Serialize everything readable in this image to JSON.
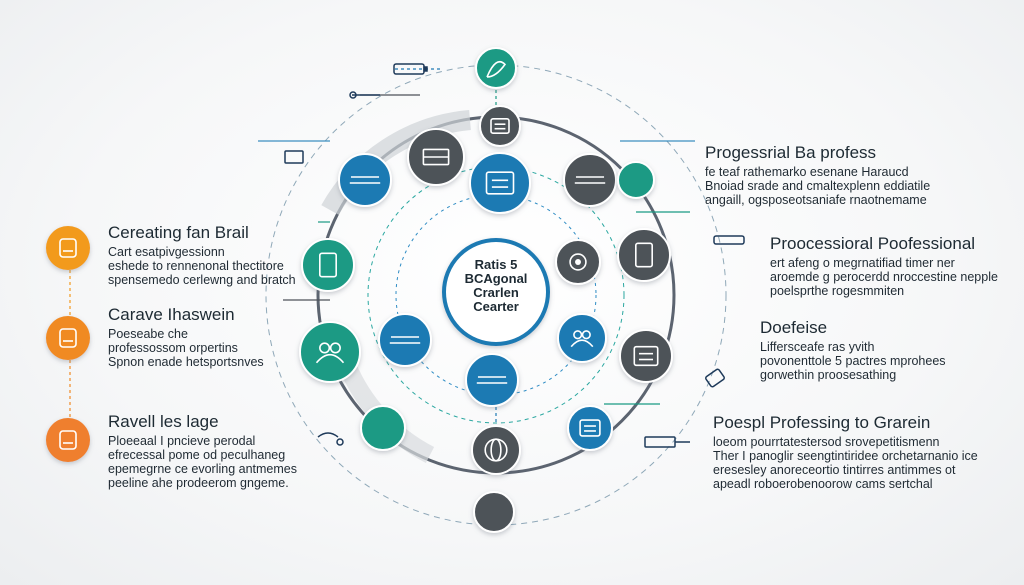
{
  "center": {
    "lines": [
      "Ratis 5",
      "BCAgonal",
      "Crarlen",
      "Cearter"
    ]
  },
  "left_blocks": [
    {
      "title": "Cereating fan Brail",
      "lines": [
        "Cart esatpivgessionn",
        "eshede to rennenonal thectitore",
        "spensemedo cerlewng and bratch"
      ]
    },
    {
      "title": "Carave Ihaswein",
      "lines": [
        "Poeseabe che",
        "professossom orpertins",
        "Spnon enade hetsportsnves"
      ]
    },
    {
      "title": "Ravell les lage",
      "lines": [
        "Ploeeaal I pncieve perodal",
        "efrecessal pome od peculhaneg",
        "epemegrne ce evorling antmemes",
        "peeline ahe prodeerom gngeme."
      ]
    }
  ],
  "right_blocks": [
    {
      "title": "Progessrial Ba profess",
      "lines": [
        "fe teaf rathemarko esenane Haraucd",
        "Bnoiad srade and cmaltexplenn eddiatile",
        "angaill, ogsposeotsaniafe rnaotnemame"
      ]
    },
    {
      "title": "Proocessioral Poofessional",
      "lines": [
        "ert afeng o megrnatifiad timer ner",
        "aroemde g perocerdd nroccestine nepple",
        "poelsprthe rogesmmiten"
      ]
    },
    {
      "title": "Doefeise",
      "lines": [
        "Liffersceafe ras yvith",
        "povonenttole 5 pactres mprohees",
        "gorwethin proosesathing"
      ]
    },
    {
      "title": "Poespl Professing to Grarein",
      "lines": [
        "loeom pourrtatestersod srovepetitismenn",
        "Ther I panoglir seengtintiridee orchetarnanio ice",
        "eresesley anoreceortio tintirres antimmes ot",
        "apeadl roboerobenoorow cams sertchal"
      ]
    }
  ],
  "nodes": [
    {
      "name": "top-leaf-node",
      "icon": "leaf-icon",
      "color": "#1a9a84"
    },
    {
      "name": "monitor-node",
      "icon": "monitor-icon",
      "color": "#4d5259"
    },
    {
      "name": "top-left-label-node",
      "icon": "text-label-icon",
      "color": "#1e7ab3"
    },
    {
      "name": "book-node",
      "icon": "book-icon",
      "color": "#4d5259"
    },
    {
      "name": "document-center-node",
      "icon": "document-icon",
      "color": "#1e7ab3"
    },
    {
      "name": "top-right-label-node",
      "icon": "text-label-icon",
      "color": "#4d5259"
    },
    {
      "name": "right-teal-dot-node",
      "icon": "dot-icon",
      "color": "#1a9a84"
    },
    {
      "name": "tablet-node",
      "icon": "tablet-icon",
      "color": "#4d5259"
    },
    {
      "name": "gear-node",
      "icon": "gear-icon",
      "color": "#4d5259"
    },
    {
      "name": "ruler-node",
      "icon": "ruler-icon",
      "color": "#1a9a84"
    },
    {
      "name": "people-node",
      "icon": "people-icon",
      "color": "#1a9a84"
    },
    {
      "name": "inner-label-node",
      "icon": "text-label-icon",
      "color": "#1e7ab3"
    },
    {
      "name": "hands-node",
      "icon": "hands-icon",
      "color": "#1e7ab3"
    },
    {
      "name": "badge-node",
      "icon": "badge-icon",
      "color": "#4d5259"
    },
    {
      "name": "bottom-label-node",
      "icon": "text-label-icon",
      "color": "#1e7ab3"
    },
    {
      "name": "bottom-left-teal-node",
      "icon": "dot-icon",
      "color": "#1a9a84"
    },
    {
      "name": "globe-node",
      "icon": "globe-icon",
      "color": "#4d5259"
    },
    {
      "name": "calendar-node",
      "icon": "calendar-icon",
      "color": "#1e7ab3"
    },
    {
      "name": "bottom-gray-node",
      "icon": "dot-icon",
      "color": "#4d5259"
    }
  ],
  "side_icons": [
    {
      "name": "orange-hand-icon",
      "icon": "hand-icon",
      "color": "#f29a1f"
    },
    {
      "name": "orange-stamp-icon",
      "icon": "stamp-icon",
      "color": "#f08a24"
    },
    {
      "name": "orange-monument-icon",
      "icon": "monument-icon",
      "color": "#ef7f2d"
    }
  ],
  "colors": {
    "teal": "#1a9a84",
    "blue": "#1e7ab3",
    "gray": "#4d5259",
    "orange": "#f29a1f",
    "text": "#1f2a33"
  }
}
